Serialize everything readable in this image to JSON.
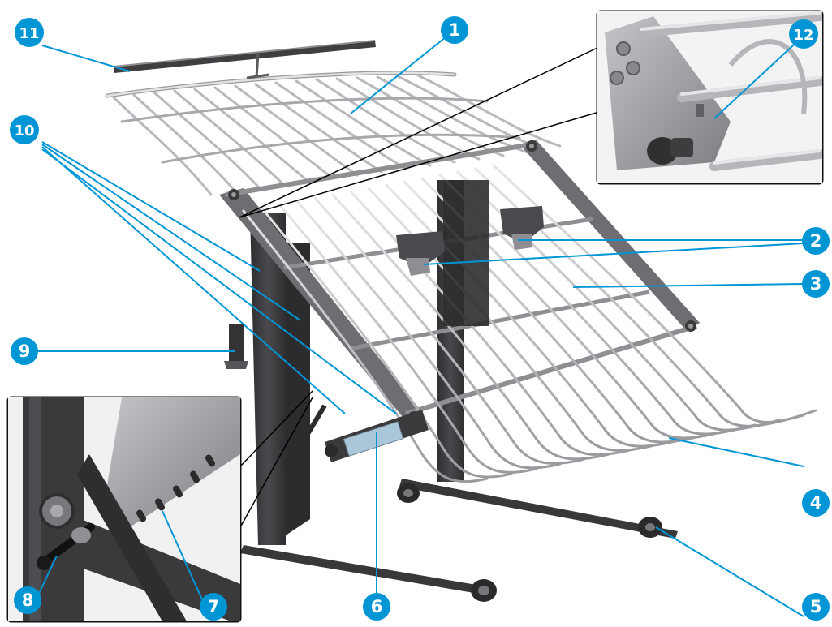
{
  "colors": {
    "callout_fill": "#0096d6",
    "callout_text": "#ffffff",
    "leader_line": "#0096d6",
    "frame_dark": "#3c3c3f",
    "frame_mid": "#58585c",
    "wire_light": "#cfcfd2",
    "wire_shadow": "#8a8a8f",
    "plate_silver": "#a9aaae",
    "wheel_dark": "#2a2a2c",
    "background": "#ffffff"
  },
  "callouts": [
    {
      "id": "1",
      "label": "1"
    },
    {
      "id": "2",
      "label": "2"
    },
    {
      "id": "3",
      "label": "3"
    },
    {
      "id": "4",
      "label": "4"
    },
    {
      "id": "5",
      "label": "5"
    },
    {
      "id": "6",
      "label": "6"
    },
    {
      "id": "7",
      "label": "7"
    },
    {
      "id": "8",
      "label": "8"
    },
    {
      "id": "9",
      "label": "9"
    },
    {
      "id": "10",
      "label": "10"
    },
    {
      "id": "11",
      "label": "11"
    },
    {
      "id": "12",
      "label": "12"
    }
  ],
  "insets": [
    {
      "id": "detail-top-right",
      "icon": "pivot-pin-detail"
    },
    {
      "id": "detail-bottom-left",
      "icon": "angle-plate-detail"
    }
  ]
}
